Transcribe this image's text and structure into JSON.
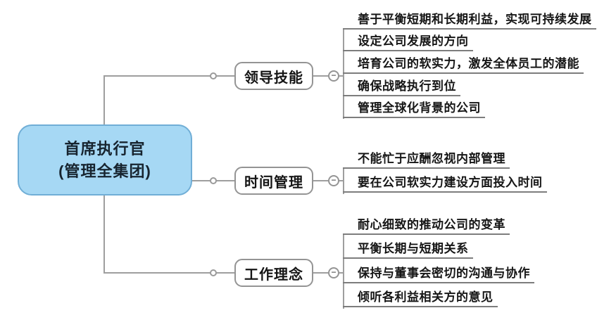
{
  "root": {
    "title_line1": "首席执行官",
    "title_line2": "(管理全集团)"
  },
  "branches": [
    {
      "label": "领导技能",
      "children": [
        "善于平衡短期和长期利益，实现可持续发展",
        "设定公司发展的方向",
        "培育公司的软实力，激发全体员工的潜能",
        "确保战略执行到位",
        "管理全球化背景的公司"
      ]
    },
    {
      "label": "时间管理",
      "children": [
        "不能忙于应酬忽视内部管理",
        "要在公司软实力建设方面投入时间"
      ]
    },
    {
      "label": "工作理念",
      "children": [
        "耐心细致的推动公司的变革",
        "平衡长期与短期关系",
        "保持与董事会密切的沟通与协作",
        "倾听各利益相关方的意见"
      ]
    }
  ],
  "icons": {
    "collapse": "−"
  },
  "colors": {
    "root_fill": "#a6d8f4",
    "root_border": "#70aed6",
    "connector_line": "#9e9e9e",
    "node_border": "#949494",
    "leaf_underline": "#7d7d7d",
    "text": "#161616"
  }
}
